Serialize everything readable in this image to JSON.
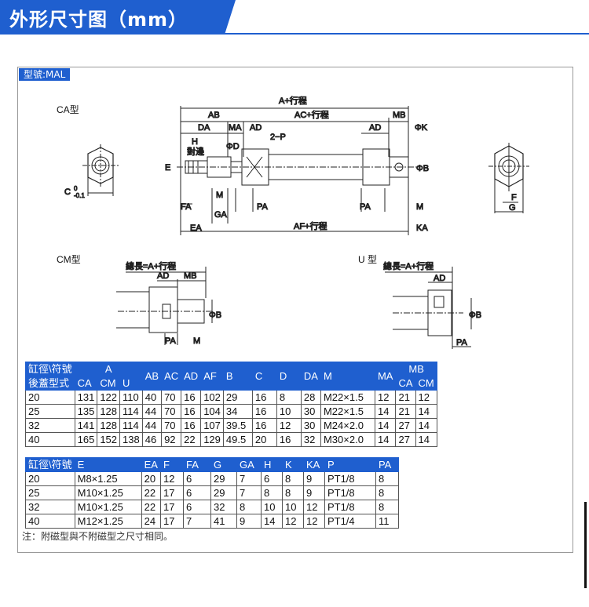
{
  "header": {
    "title": "外形尺寸图（mm）"
  },
  "model_label": "型號:MAL",
  "views": {
    "ca": "CA型",
    "cm": "CM型",
    "u": "U 型"
  },
  "labels": {
    "a_stroke": "A+行程",
    "ab": "AB",
    "ac_stroke": "AC+行程",
    "mb": "MB",
    "da": "DA",
    "ma": "MA",
    "ad": "AD",
    "two_p": "2−P",
    "phi_k": "ΦK",
    "h": "H",
    "across_flats": "對邊",
    "phi_d": "ΦD",
    "e": "E",
    "phi_b": "ΦB",
    "m": "M",
    "fa": "FA",
    "ga": "GA",
    "pa": "PA",
    "ea": "EA",
    "af_stroke": "AF+行程",
    "ka": "KA",
    "c": "C",
    "c_tol_top": "0",
    "c_tol_bot": "-0.1",
    "f": "F",
    "g": "G",
    "total_len": "總長=A+行程"
  },
  "table1": {
    "head1": [
      "缸徑\\符號",
      "A",
      "AB",
      "AC",
      "AD",
      "AF",
      "B",
      "C",
      "D",
      "DA",
      "M",
      "MA",
      "MB"
    ],
    "head2": [
      "後蓋型式",
      "CA",
      "CM",
      "U",
      "CA",
      "CM"
    ],
    "rows": [
      [
        "20",
        "131",
        "122",
        "110",
        "40",
        "70",
        "16",
        "102",
        "29",
        "16",
        "8",
        "28",
        "M22×1.5",
        "12",
        "21",
        "12"
      ],
      [
        "25",
        "135",
        "128",
        "114",
        "44",
        "70",
        "16",
        "104",
        "34",
        "16",
        "10",
        "30",
        "M22×1.5",
        "14",
        "21",
        "14"
      ],
      [
        "32",
        "141",
        "128",
        "114",
        "44",
        "70",
        "16",
        "107",
        "39.5",
        "16",
        "12",
        "30",
        "M24×2.0",
        "14",
        "27",
        "14"
      ],
      [
        "40",
        "165",
        "152",
        "138",
        "46",
        "92",
        "22",
        "129",
        "49.5",
        "20",
        "16",
        "32",
        "M30×2.0",
        "14",
        "27",
        "14"
      ]
    ]
  },
  "table2": {
    "head": [
      "缸徑\\符號",
      "E",
      "EA",
      "F",
      "FA",
      "G",
      "GA",
      "H",
      "K",
      "KA",
      "P",
      "PA"
    ],
    "rows": [
      [
        "20",
        "M8×1.25",
        "20",
        "12",
        "6",
        "29",
        "7",
        "6",
        "8",
        "9",
        "PT1/8",
        "8"
      ],
      [
        "25",
        "M10×1.25",
        "22",
        "17",
        "6",
        "29",
        "7",
        "8",
        "8",
        "9",
        "PT1/8",
        "8"
      ],
      [
        "32",
        "M10×1.25",
        "22",
        "17",
        "6",
        "32",
        "8",
        "10",
        "10",
        "12",
        "PT1/8",
        "8"
      ],
      [
        "40",
        "M12×1.25",
        "24",
        "17",
        "7",
        "41",
        "9",
        "14",
        "12",
        "12",
        "PT1/4",
        "11"
      ]
    ]
  },
  "note": "注：附磁型與不附磁型之尺寸相同。"
}
